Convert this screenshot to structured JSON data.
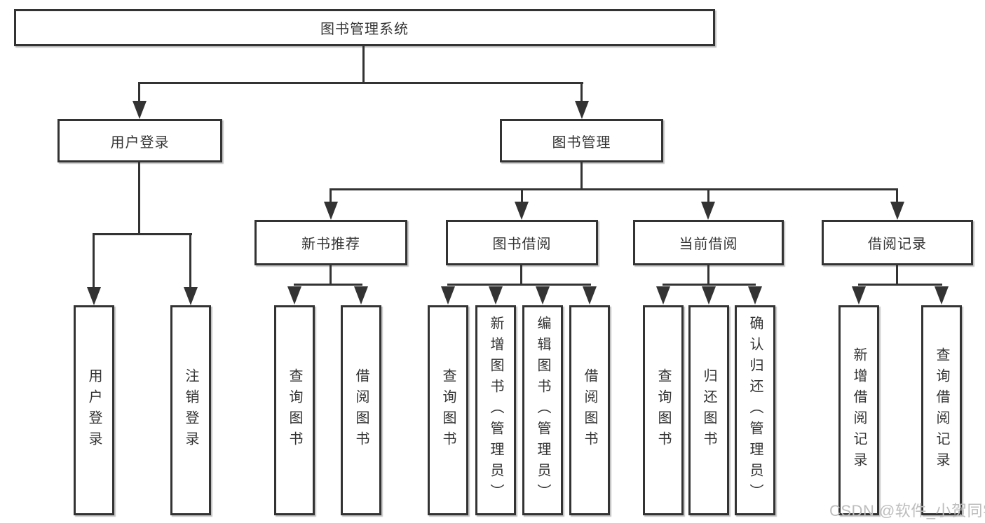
{
  "diagram": {
    "root": {
      "label": "图书管理系统"
    },
    "branches": [
      {
        "label": "用户登录",
        "children": [
          {
            "label": "用户登录"
          },
          {
            "label": "注销登录"
          }
        ]
      },
      {
        "label": "图书管理",
        "groups": [
          {
            "label": "新书推荐",
            "children": [
              {
                "label": "查询图书"
              },
              {
                "label": "借阅图书"
              }
            ]
          },
          {
            "label": "图书借阅",
            "children": [
              {
                "label": "查询图书"
              },
              {
                "label": "新增图书（管理员）"
              },
              {
                "label": "编辑图书（管理员）"
              },
              {
                "label": "借阅图书"
              }
            ]
          },
          {
            "label": "当前借阅",
            "children": [
              {
                "label": "查询图书"
              },
              {
                "label": "归还图书"
              },
              {
                "label": "确认归还（管理员）"
              }
            ]
          },
          {
            "label": "借阅记录",
            "children": [
              {
                "label": "新增借阅记录"
              },
              {
                "label": "查询借阅记录"
              }
            ]
          }
        ]
      }
    ]
  },
  "watermark": {
    "text": "CSDN @软件_小贺同学"
  },
  "colors": {
    "line": "#333333",
    "text": "#333333",
    "box_background": "#ffffff",
    "page_background": "#ffffff",
    "watermark": "#bdbdbd"
  }
}
